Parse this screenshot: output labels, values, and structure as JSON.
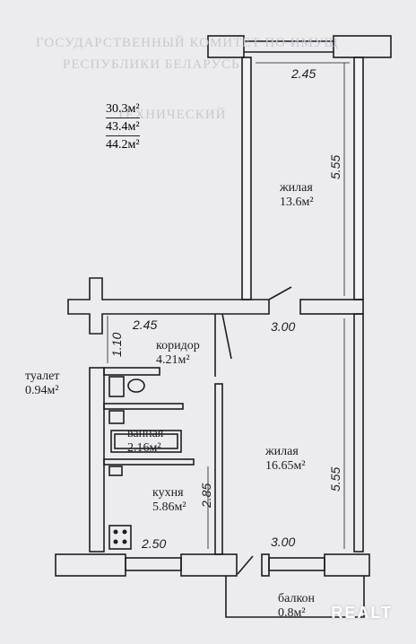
{
  "totals": {
    "living_area": "30.3м²",
    "total_area": "43.4м²",
    "total_area_with_balcony": "44.2м²"
  },
  "rooms": {
    "living_room_1": {
      "name": "жилая",
      "area": "13.6м²"
    },
    "living_room_2": {
      "name": "жилая",
      "area": "16.65м²"
    },
    "corridor": {
      "name": "коридор",
      "area": "4.21м²"
    },
    "toilet": {
      "name": "туалет",
      "area": "0.94м²"
    },
    "bathroom": {
      "name": "ванная",
      "area": "2.16м²"
    },
    "kitchen": {
      "name": "кухня",
      "area": "5.86м²"
    },
    "balcony": {
      "name": "балкон",
      "area": "0.8м²"
    }
  },
  "dimensions": {
    "top_room_width": "2.45",
    "top_room_length": "5.55",
    "corridor_width": "2.45",
    "middle_width": "3.00",
    "corridor_height": "1.10",
    "kitchen_height": "2.85",
    "right_room_length": "5.55",
    "kitchen_width": "2.50",
    "bottom_room_width": "3.00"
  },
  "background_text": {
    "line1": "ГОСУДАРСТВЕННЫЙ КОМИТЕТ ПО ИМУЩ",
    "line2": "РЕСПУБЛИКИ БЕЛАРУСЬ",
    "line3": "ТЕХНИЧЕСКИЙ"
  },
  "watermark": "REALT",
  "colors": {
    "ink": "#1d1d24",
    "paper": "#ecebee"
  }
}
